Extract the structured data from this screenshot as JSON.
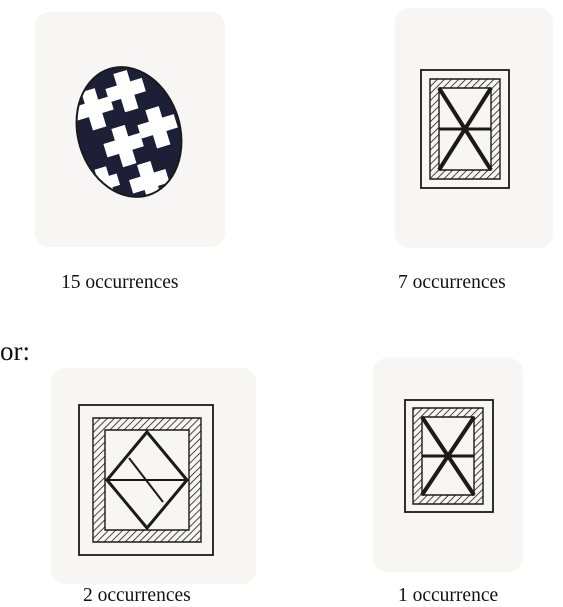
{
  "symbols": [
    {
      "name": "oval-checker-symbol",
      "caption": "15 occurrences"
    },
    {
      "name": "rect-x-symbol",
      "caption": "7 occurrences"
    }
  ],
  "alternatives_label": "or:",
  "alternatives": [
    {
      "name": "rect-diamond-symbol",
      "caption": "2 occurrences"
    },
    {
      "name": "rect-x-small-symbol",
      "caption": "1 occurrence"
    }
  ]
}
